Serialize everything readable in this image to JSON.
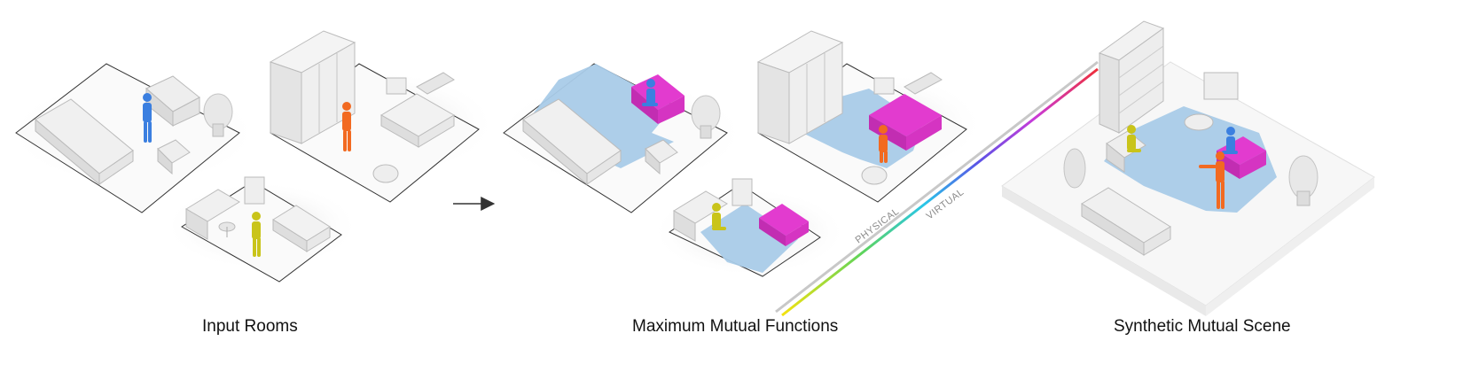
{
  "captions": {
    "input": "Input Rooms",
    "maximum": "Maximum Mutual Functions",
    "synthetic": "Synthetic Mutual Scene"
  },
  "rail": {
    "physical": "PHYSICAL",
    "virtual": "VIRTUAL"
  },
  "colors": {
    "blue_person": "#3b7fe0",
    "orange_person": "#f26a21",
    "yellow_person": "#c9c41a",
    "magenta": "#e23bcf",
    "floor_area": "#a9cbe8"
  }
}
